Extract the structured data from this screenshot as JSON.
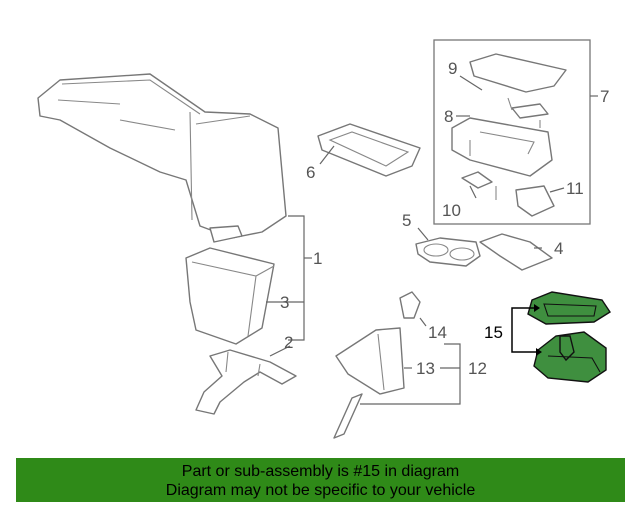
{
  "callouts": {
    "c1": "1",
    "c2": "2",
    "c3": "3",
    "c4": "4",
    "c5": "5",
    "c6": "6",
    "c7": "7",
    "c8": "8",
    "c9": "9",
    "c10": "10",
    "c11": "11",
    "c12": "12",
    "c13": "13",
    "c14": "14",
    "c15": "15"
  },
  "highlight_color": "#2f8a18",
  "banner": {
    "line1": "Part or sub-assembly is #15 in diagram",
    "line2": "Diagram may not be specific to your vehicle"
  }
}
